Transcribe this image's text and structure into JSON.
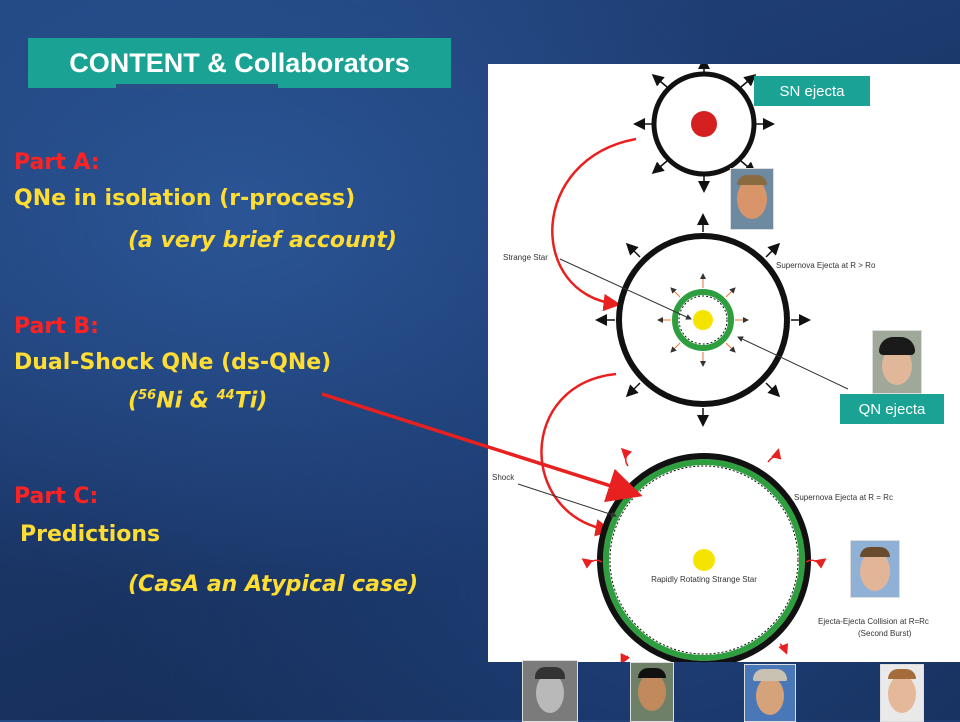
{
  "slide": {
    "title": "CONTENT & Collaborators"
  },
  "parts": {
    "a_label": "Part  A:",
    "a_line1": "QNe in isolation (r-process)",
    "a_line2": "(a very brief account)",
    "b_label": "Part  B:",
    "b_line1": "Dual-Shock QNe  (ds-QNe)",
    "b_line2_open": "(",
    "b_sup1": "56",
    "b_mid": "Ni & ",
    "b_sup2": "44",
    "b_end": "Ti)",
    "c_label": "Part  C:",
    "c_line1": "Predictions",
    "c_line2": "(CasA an Atypical case)"
  },
  "diagram": {
    "tags": {
      "sn_ejecta": "SN ejecta",
      "qn_ejecta": "QN ejecta"
    },
    "labels": {
      "strange_star": "Strange Star",
      "sn_ejecta_r_ro": "Supernova Ejecta at R > Ro",
      "shock": "Shock",
      "sn_ejecta_r_rc": "Supernova Ejecta at R = Rc",
      "rapid_star": "Rapidly Rotating Strange Star",
      "collision_line1": "Ejecta-Ejecta Collision at R=Rc",
      "collision_line2": "(Second Burst)"
    }
  },
  "colors": {
    "teal": "#1aa394",
    "red_text": "#ff2222",
    "yellow_text": "#ffdd33",
    "arrow_red": "#e8201f",
    "ring_green": "#2e9e3e",
    "star_yellow": "#f5e400",
    "core_red": "#d42020"
  }
}
